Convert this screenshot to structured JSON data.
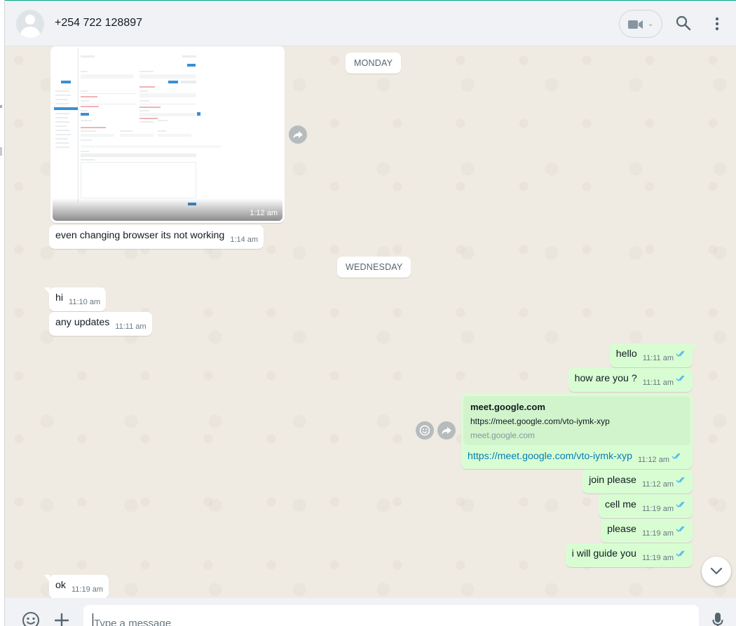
{
  "header": {
    "contact_name": "+254 722 128897",
    "icons": [
      "avatar-placeholder",
      "video-camera-icon",
      "chevron-down-icon",
      "search-icon",
      "menu-icon"
    ]
  },
  "days": {
    "monday": "MONDAY",
    "wednesday": "WEDNESDAY"
  },
  "messages": {
    "image_time": "1:12 am",
    "m1": {
      "text": "even changing browser its not working",
      "time": "1:14 am"
    },
    "m2": {
      "text": "hi",
      "time": "11:10 am"
    },
    "m3": {
      "text": "any updates",
      "time": "11:11 am"
    },
    "o1": {
      "text": "hello",
      "time": "11:11 am"
    },
    "o2": {
      "text": "how are you ?",
      "time": "11:11 am"
    },
    "link": {
      "title": "meet.google.com",
      "description": "https://meet.google.com/vto-iymk-xyp",
      "domain": "meet.google.com",
      "url": "https://meet.google.com/vto-iymk-xyp",
      "time": "11:12 am"
    },
    "o3": {
      "text": "join please",
      "time": "11:12 am"
    },
    "o4": {
      "text": "cell me",
      "time": "11:19 am"
    },
    "o5": {
      "text": "please",
      "time": "11:19 am"
    },
    "o6": {
      "text": "i will guide you",
      "time": "11:19 am"
    },
    "m4": {
      "text": "ok",
      "time": "11:19 am"
    }
  },
  "footer": {
    "placeholder": "Type a message"
  },
  "colors": {
    "accent": "#00a884",
    "outgoing_bubble": "#d9fdd3",
    "read_ticks": "#53bdeb",
    "link": "#027eb5"
  }
}
